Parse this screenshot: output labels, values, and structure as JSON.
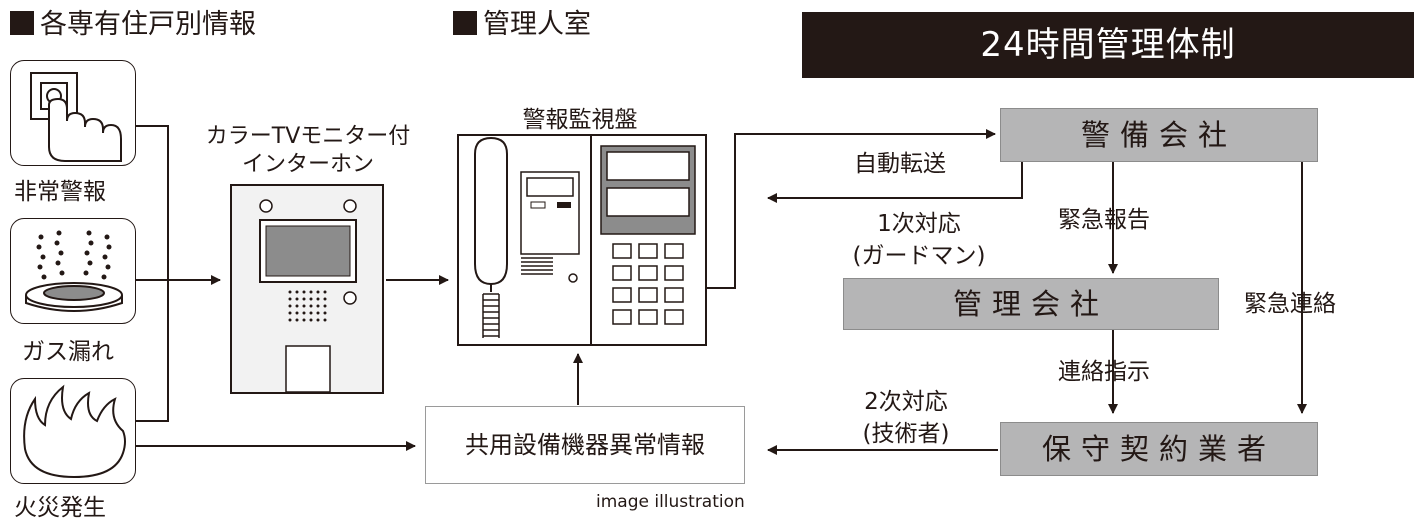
{
  "headings": {
    "dwelling": "各専有住戸別情報",
    "office": "管理人室",
    "banner": "24時間管理体制"
  },
  "sensors": [
    {
      "label": "非常警報",
      "icon": "emergency-button-icon"
    },
    {
      "label": "ガス漏れ",
      "icon": "gas-leak-icon"
    },
    {
      "label": "火災発生",
      "icon": "fire-icon"
    }
  ],
  "intercom": {
    "line1": "カラーTVモニター付",
    "line2": "インターホン",
    "icon": "intercom-panel-icon"
  },
  "alarm_panel": {
    "label": "警報監視盤",
    "icon": "alarm-panel-icon"
  },
  "boxes": {
    "security": "警備会社",
    "management": "管理会社",
    "contractor": "保守契約業者",
    "equipment": "共用設備機器異常情報"
  },
  "edge_labels": {
    "auto_transfer": "自動転送",
    "first_response_1": "1次対応",
    "first_response_2": "(ガードマン)",
    "emergency_report": "緊急報告",
    "emergency_contact": "緊急連絡",
    "instruction": "連絡指示",
    "second_response_1": "2次対応",
    "second_response_2": "(技術者)"
  },
  "caption": "image illustration"
}
